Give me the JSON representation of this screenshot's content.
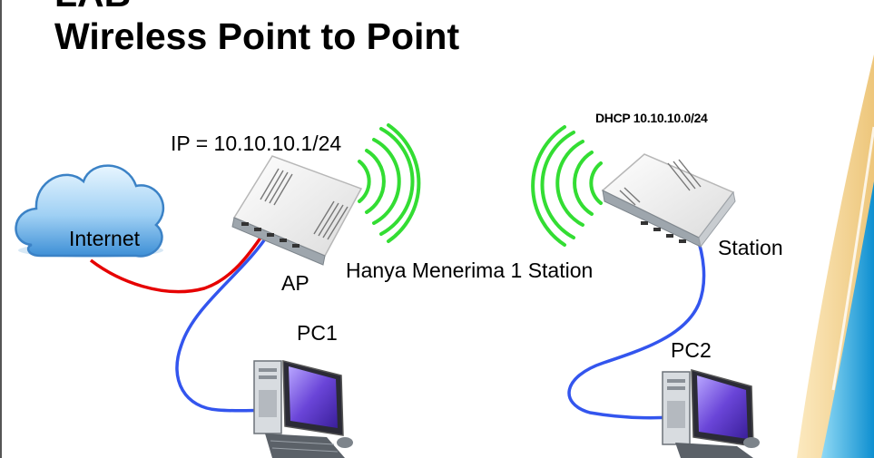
{
  "slide": {
    "title_top": "LAB",
    "title": "Wireless Point to Point"
  },
  "labels": {
    "ap_ip": "IP = 10.10.10.1/24",
    "cloud": "Internet",
    "ap": "AP",
    "message": "Hanya Menerima 1 Station",
    "dhcp": "DHCP 10.10.10.0/24",
    "station": "Station",
    "pc1": "PC1",
    "pc2": "PC2"
  },
  "colors": {
    "internet_cable": "#e60000",
    "lan_cable": "#3355ee",
    "wireless_waves": "#33dd33",
    "cloud": "#5aa9e6",
    "accent_stripe": "#1aa3d9"
  }
}
